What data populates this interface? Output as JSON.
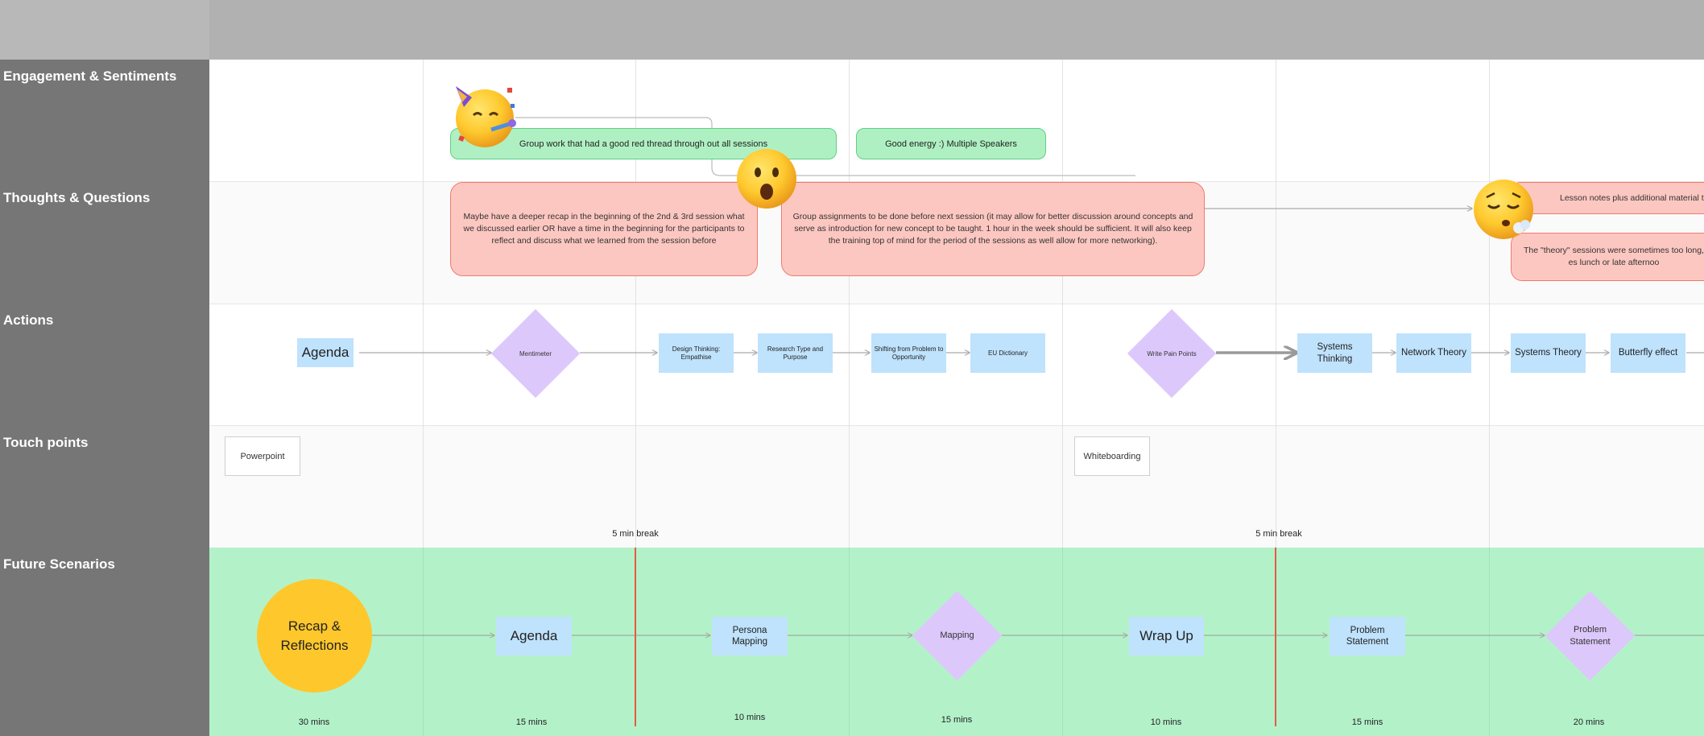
{
  "lanes": {
    "engagement": "Engagement & Sentiments",
    "thoughts": "Thoughts & Questions",
    "actions": "Actions",
    "touchpoints": "Touch points",
    "future": "Future Scenarios"
  },
  "engagement": {
    "note1": "Group work that had a good red thread through out all sessions",
    "note2": "Good energy :) Multiple Speakers"
  },
  "thoughts": {
    "note1": "Maybe have a deeper recap in the beginning of the 2nd & 3rd session what we discussed earlier OR have a time in the beginning for the participants to reflect and discuss what we learned from the session before",
    "note2": "Group assignments to be done before next session (it may allow for better discussion around concepts and serve as introduction for new concept to be taught. 1 hour in the week should be sufficient. It will also keep the training top of mind for the period of the sessions as well allow for more networking).",
    "note3": "Lesson notes plus additional material to a",
    "note4": "The \"theory\" sessions were sometimes too long, es lunch or late afternoo"
  },
  "actions": {
    "agenda": "Agenda",
    "mentimeter": "Mentimeter",
    "design_thinking": "Design Thinking: Empathise",
    "research_type": "Research Type and Purpose",
    "shifting": "Shifting from Problem to Opportunity",
    "eu_dictionary": "EU Dictionary",
    "write_pain_points": "Write Pain Points",
    "systems_thinking": "Systems Thinking",
    "network_theory": "Network Theory",
    "systems_theory": "Systems Theory",
    "butterfly_effect": "Butterfly effect"
  },
  "touchpoints": {
    "powerpoint": "Powerpoint",
    "whiteboarding": "Whiteboarding"
  },
  "future": {
    "break1": "5 min break",
    "break2": "5 min break",
    "recap": "Recap & Reflections",
    "agenda": "Agenda",
    "persona_mapping": "Persona Mapping",
    "mapping": "Mapping",
    "wrap_up": "Wrap Up",
    "problem_statement_box": "Problem Statement",
    "problem_statement_diamond": "Problem Statement",
    "t1": "30 mins",
    "t2": "15 mins",
    "t3": "10 mins",
    "t4": "15 mins",
    "t5": "10 mins",
    "t6": "15 mins",
    "t7": "20 mins"
  },
  "emojis": {
    "emoji1": "partying-face-icon",
    "emoji2": "astonished-face-icon",
    "emoji3": "exhaling-face-icon"
  },
  "colors": {
    "sidebar": "#767676",
    "header": "#b1b1b1",
    "green_note": "#aff0c3",
    "red_note": "#fdc7c1",
    "blue_box": "#bfe2fd",
    "purple_diamond": "#dcc8fb",
    "yellow_circle": "#fec72b",
    "break_line": "#e25b45"
  }
}
